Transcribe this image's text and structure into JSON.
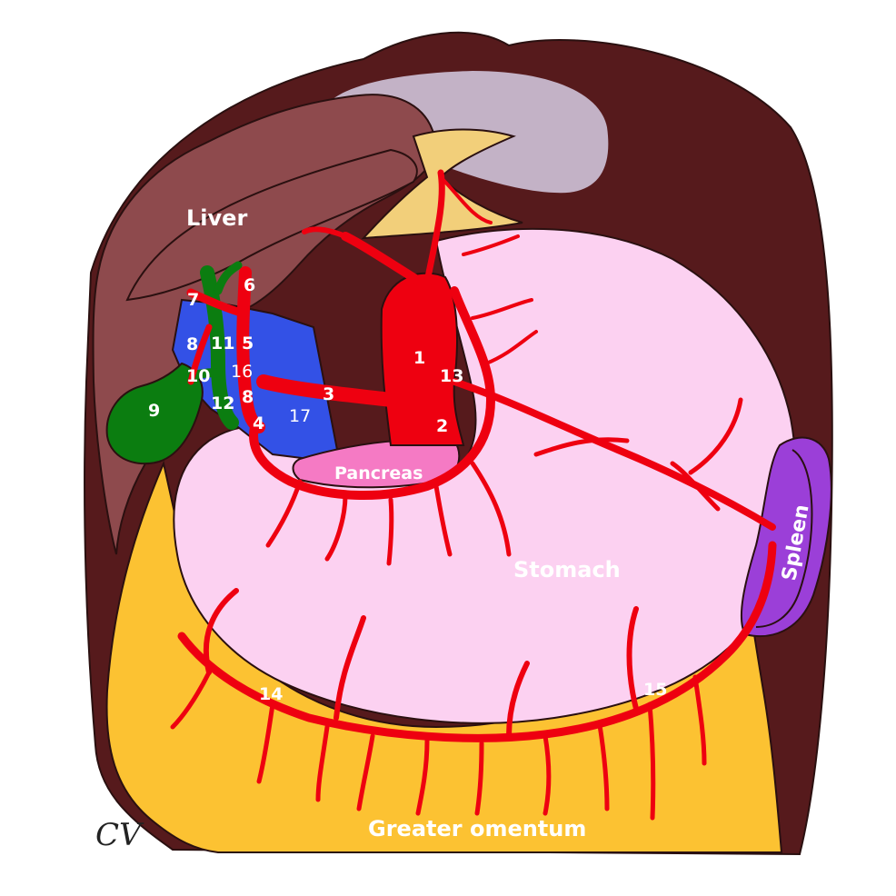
{
  "labels": {
    "liver": "Liver",
    "stomach": "Stomach",
    "pancreas": "Pancreas",
    "spleen": "Spleen",
    "omentum": "Greater omentum"
  },
  "numbers": [
    "1",
    "2",
    "3",
    "4",
    "5",
    "6",
    "7",
    "8",
    "8",
    "9",
    "10",
    "11",
    "12",
    "13",
    "14",
    "15",
    "16",
    "17"
  ],
  "signature": "CV",
  "colors": {
    "cavity": "#561a1c",
    "liver": "#8e4a4d",
    "stomach": "#fcd1f1",
    "omentum": "#fcc232",
    "artery": "#ee0010",
    "portal_vein": "#3351e6",
    "bile_duct": "#0b7d10",
    "pancreas": "#f57ac4",
    "spleen": "#9b3fd8",
    "diaphragm": "#c3b2c6",
    "ligament": "#f2cf7a"
  }
}
